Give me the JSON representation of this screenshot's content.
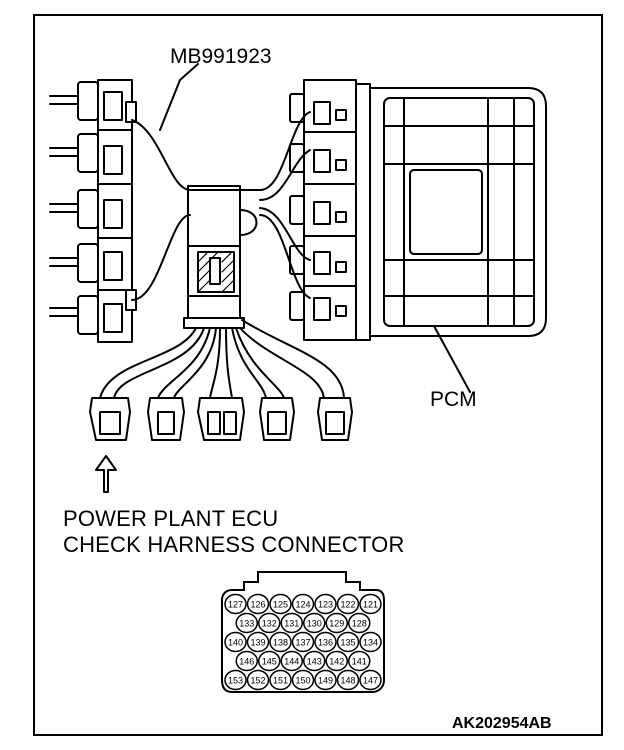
{
  "labels": {
    "tool": "MB991923",
    "pcm": "PCM",
    "connector_line1": "POWER PLANT ECU",
    "connector_line2": "CHECK HARNESS CONNECTOR",
    "figure_code": "AK202954AB"
  },
  "pin_rows": [
    [
      "127",
      "126",
      "125",
      "124",
      "123",
      "122",
      "121"
    ],
    [
      "133",
      "132",
      "131",
      "130",
      "129",
      "128"
    ],
    [
      "140",
      "139",
      "138",
      "137",
      "136",
      "135",
      "134"
    ],
    [
      "146",
      "145",
      "144",
      "143",
      "142",
      "141"
    ],
    [
      "153",
      "152",
      "151",
      "150",
      "149",
      "148",
      "147"
    ]
  ]
}
